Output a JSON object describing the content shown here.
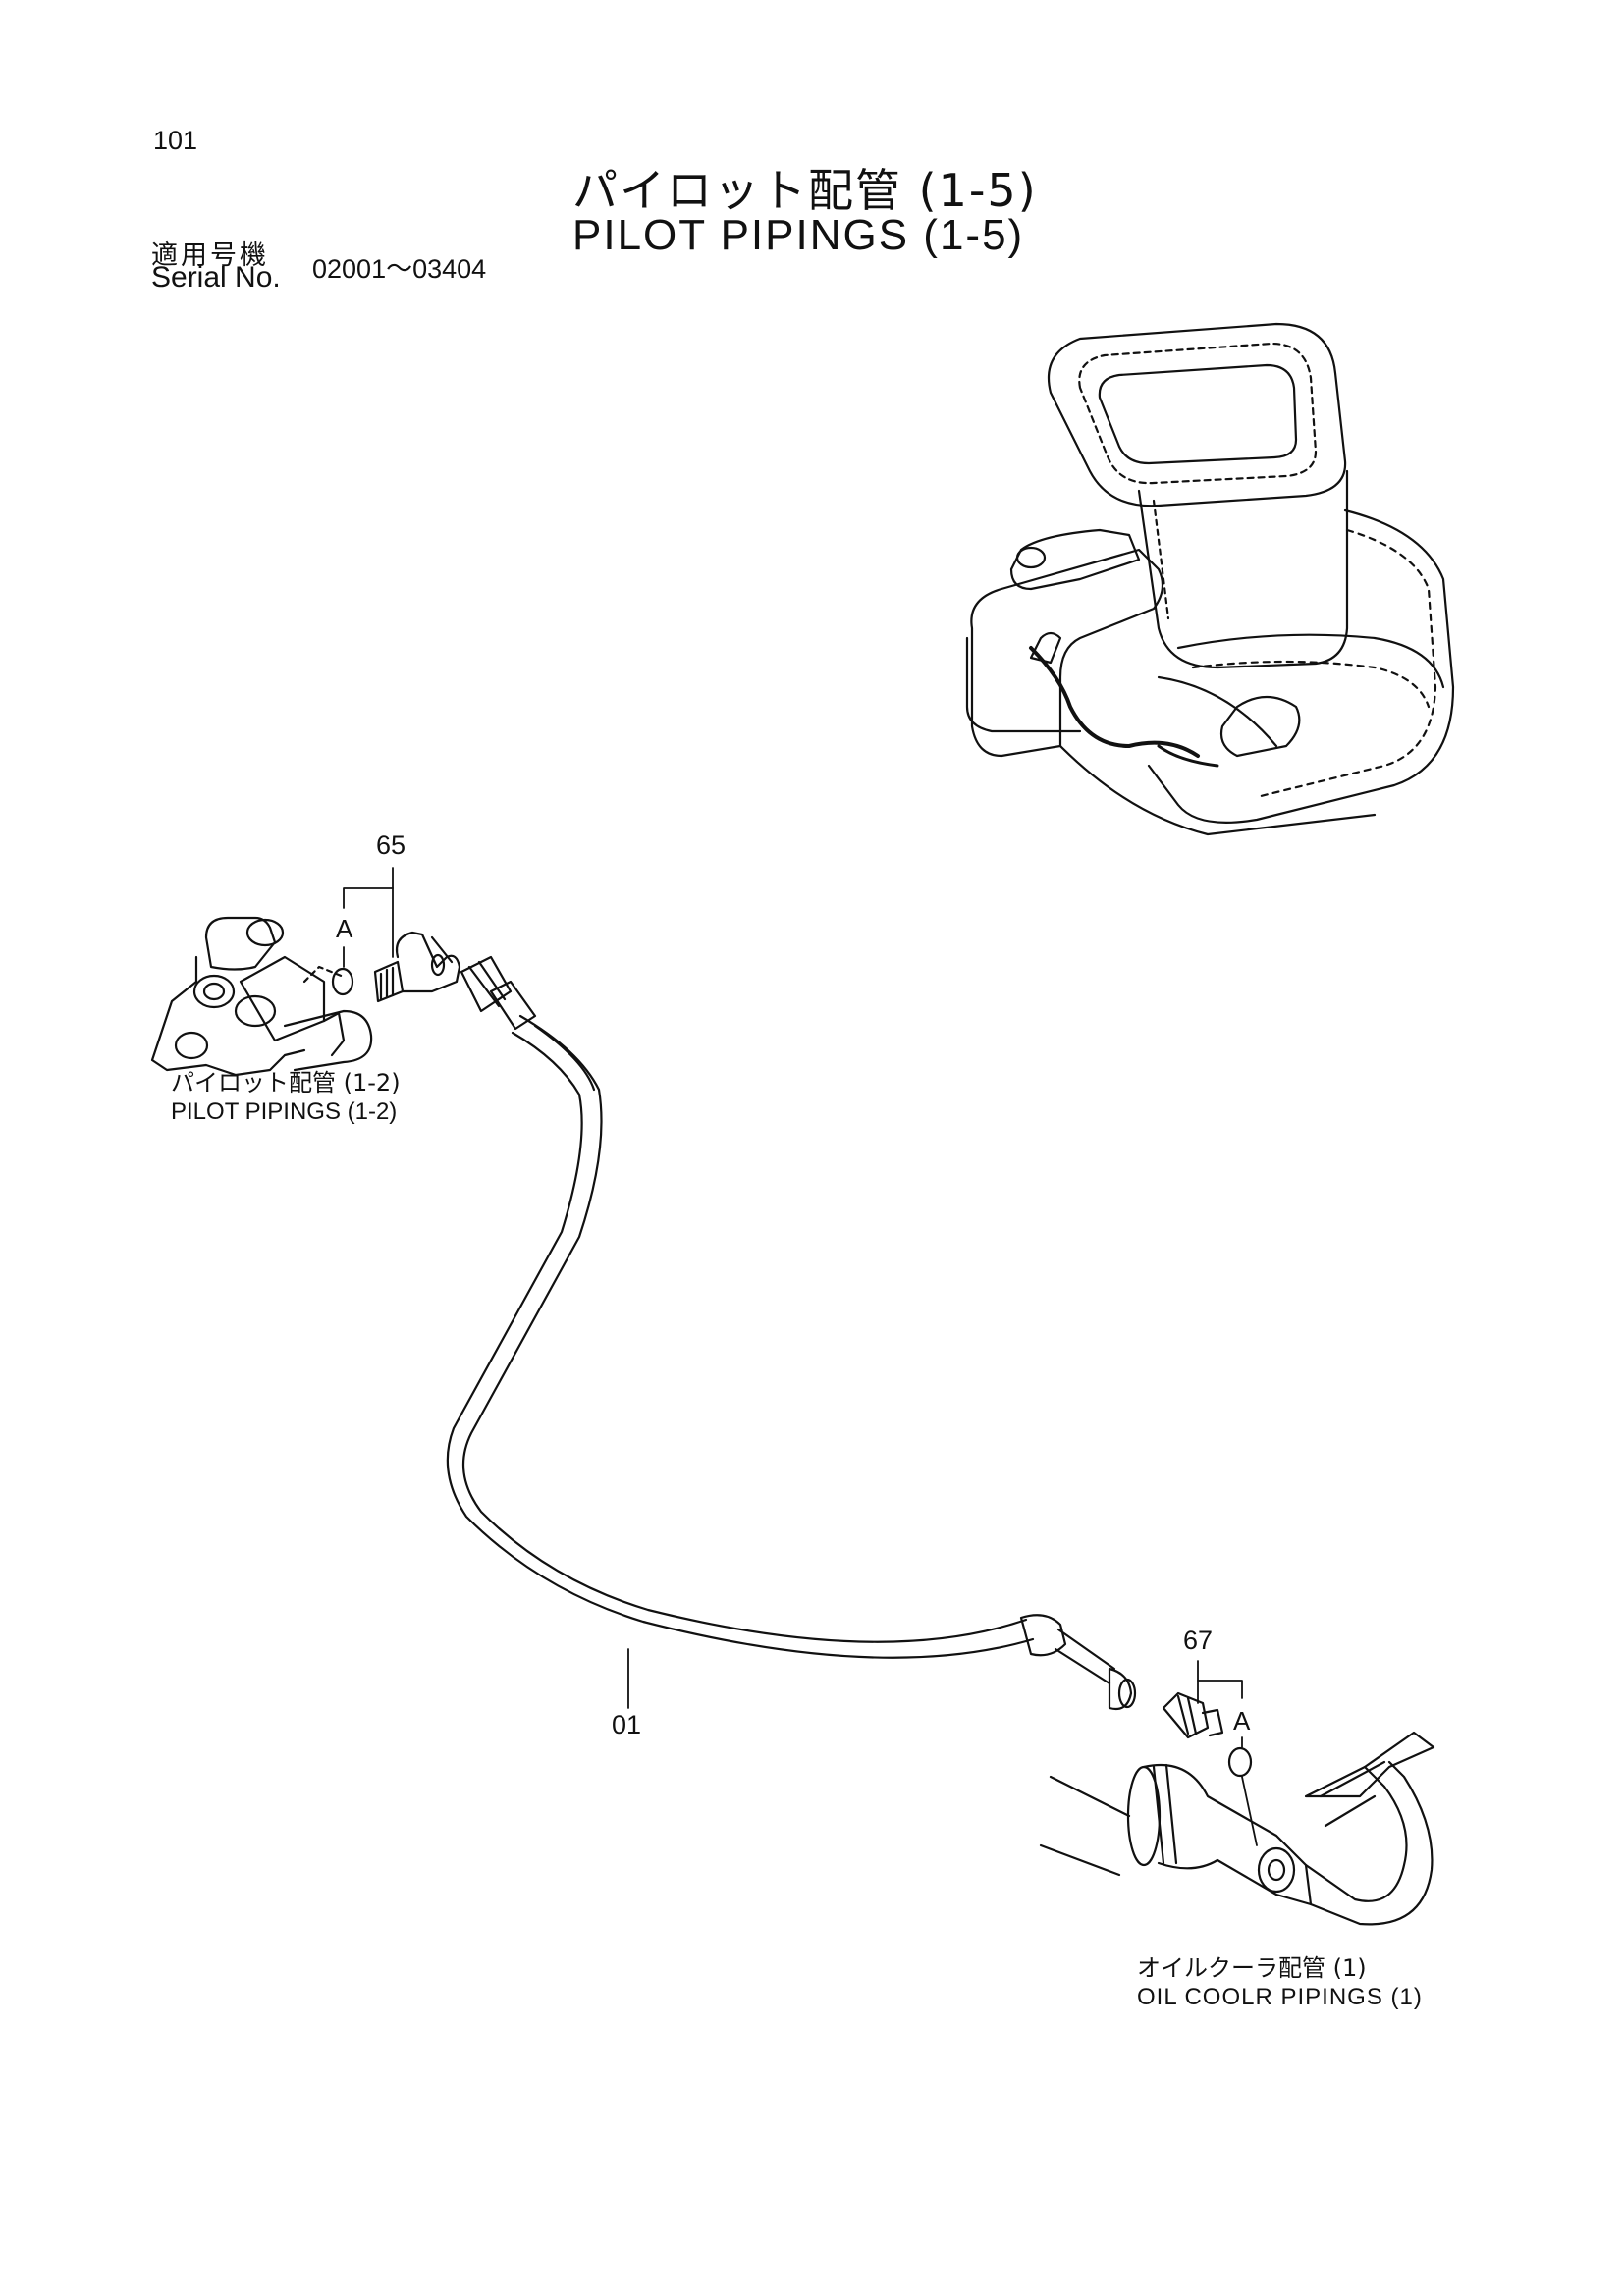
{
  "header": {
    "page_number": "101",
    "title_jp": "パイロット配管 (1-5)",
    "title_en": "PILOT PIPINGS (1-5)",
    "serial_label_jp": "適用号機",
    "serial_label_en": "Serial No.",
    "serial_range": "02001～03404"
  },
  "callouts": {
    "part_65": "65",
    "part_01": "01",
    "part_67": "67",
    "ref_a_top": "A",
    "ref_a_bottom": "A"
  },
  "references": {
    "pilot_12_jp": "パイロット配管 (1-2)",
    "pilot_12_en": "PILOT PIPINGS (1-2)",
    "oil_cooler_jp": "オイルクーラ配管 (1)",
    "oil_cooler_en": "OIL COOLR PIPINGS (1)"
  }
}
